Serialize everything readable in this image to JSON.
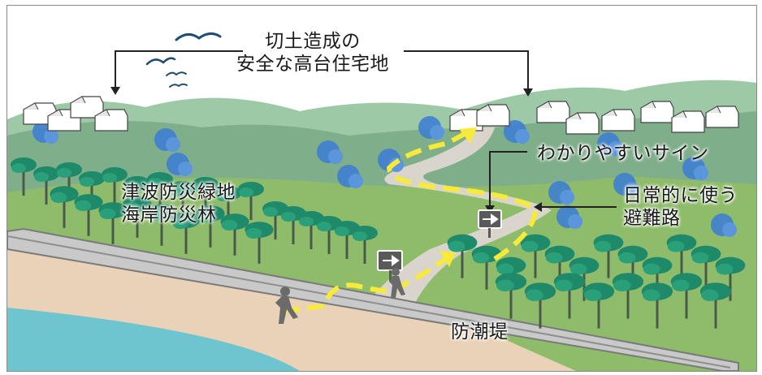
{
  "labels": {
    "highland": {
      "line1": "切土造成の",
      "line2": "安全な高台住宅地"
    },
    "forest": {
      "line1": "津波防災緑地",
      "line2": "海岸防災林"
    },
    "sign": "わかりやすいサイン",
    "route": {
      "line1": "日常的に使う",
      "line2": "避難路"
    },
    "seawall": "防潮堤"
  },
  "icons": {
    "birds": "bird-icon",
    "houses": "house-icon",
    "signs": "arrow-sign-icon",
    "runners": "person-running-icon"
  },
  "colors": {
    "sky": "#ffffff",
    "sea": "#6fc5cf",
    "beach": "#e9d2b8",
    "seawall": "#c9c9c9",
    "grass": "#8fbc6a",
    "hills": "#7fae8a",
    "pine_tree": "#1f8a6a",
    "broadleaf_tree": "#3f7fd0",
    "route_arrow": "#f7ea3a",
    "path": "#d9d4cc",
    "leader_line": "#222222"
  }
}
